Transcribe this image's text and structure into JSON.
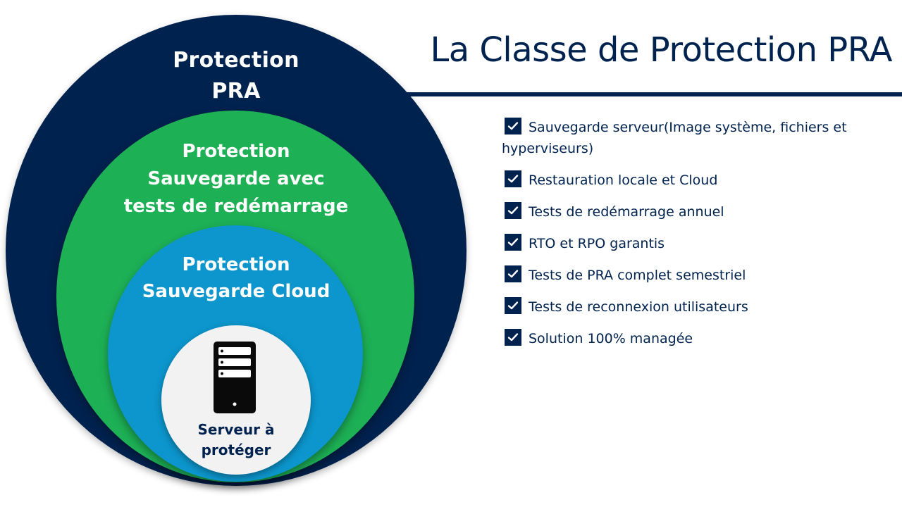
{
  "title": "La Classe de Protection PRA",
  "layers": {
    "outer": {
      "line1": "Protection",
      "line2": "PRA",
      "color": "#00224f"
    },
    "middle": {
      "line1": "Protection",
      "line2": "Sauvegarde avec",
      "line3": "tests de redémarrage",
      "color": "#1db055"
    },
    "inner": {
      "line1": "Protection",
      "line2": "Sauvegarde Cloud",
      "color": "#0c96cd"
    },
    "center": {
      "line1": "Serveur à",
      "line2": "protéger",
      "icon": "server-icon"
    }
  },
  "features": [
    {
      "label": "Sauvegarde serveur(Image système, fichiers et hyperviseurs)",
      "checked": true
    },
    {
      "label": "Restauration locale et Cloud",
      "checked": true
    },
    {
      "label": "Tests de redémarrage annuel",
      "checked": true
    },
    {
      "label": "RTO et RPO garantis",
      "checked": true
    },
    {
      "label": "Tests de PRA complet semestriel",
      "checked": true
    },
    {
      "label": "Tests de reconnexion utilisateurs",
      "checked": true
    },
    {
      "label": "Solution 100% managée",
      "checked": true
    }
  ]
}
